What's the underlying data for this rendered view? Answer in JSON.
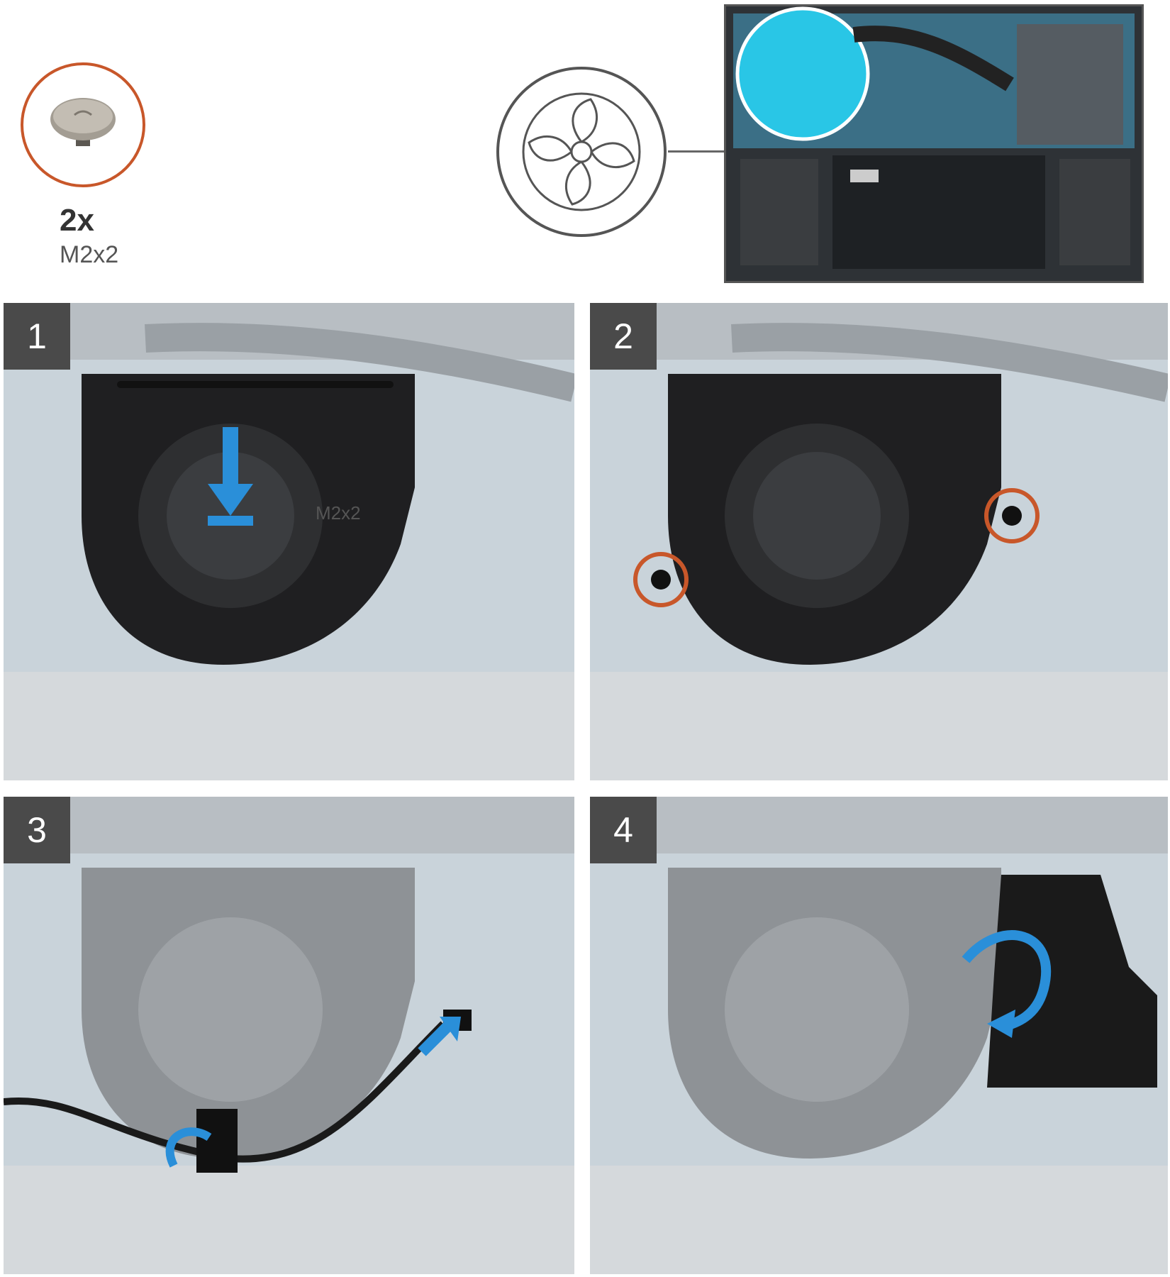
{
  "screw": {
    "quantity": "2x",
    "size": "M2x2"
  },
  "icons": {
    "component": "fan-icon"
  },
  "steps": [
    {
      "number": "1"
    },
    {
      "number": "2"
    },
    {
      "number": "3"
    },
    {
      "number": "4"
    }
  ],
  "fan_label": "M2x2",
  "colors": {
    "screw_highlight": "#c8572a",
    "arrow": "#2a8fd9",
    "fan_highlight": "#29c6e6"
  }
}
